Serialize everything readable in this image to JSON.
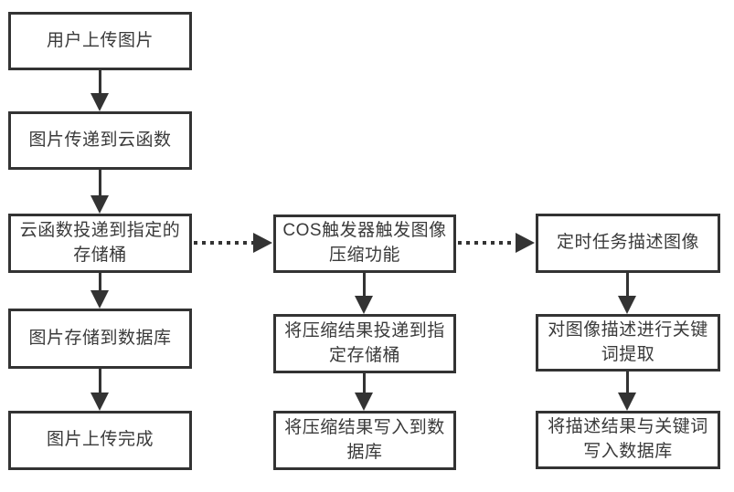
{
  "colors": {
    "line": "#333333",
    "text": "#3a3a3a",
    "background": "#ffffff"
  },
  "flow": {
    "left": {
      "b1": "用户上传图片",
      "b2": "图片传递到云函数",
      "b3": "云函数投递到指定的\n存储桶",
      "b4": "图片存储到数据库",
      "b5": "图片上传完成"
    },
    "middle": {
      "b1": "COS触发器触发图像\n压缩功能",
      "b2": "将压缩结果投递到指\n定存储桶",
      "b3": "将压缩结果写入到数\n据库"
    },
    "right": {
      "b1": "定时任务描述图像",
      "b2": "对图像描述进行关键\n词提取",
      "b3": "将描述结果与关键词\n写入数据库"
    }
  },
  "connections": [
    {
      "from": "用户上传图片",
      "to": "图片传递到云函数",
      "style": "solid"
    },
    {
      "from": "图片传递到云函数",
      "to": "云函数投递到指定的存储桶",
      "style": "solid"
    },
    {
      "from": "云函数投递到指定的存储桶",
      "to": "图片存储到数据库",
      "style": "solid"
    },
    {
      "from": "图片存储到数据库",
      "to": "图片上传完成",
      "style": "solid"
    },
    {
      "from": "云函数投递到指定的存储桶",
      "to": "COS触发器触发图像压缩功能",
      "style": "dotted"
    },
    {
      "from": "COS触发器触发图像压缩功能",
      "to": "将压缩结果投递到指定存储桶",
      "style": "solid"
    },
    {
      "from": "将压缩结果投递到指定存储桶",
      "to": "将压缩结果写入到数据库",
      "style": "solid"
    },
    {
      "from": "COS触发器触发图像压缩功能",
      "to": "定时任务描述图像",
      "style": "dotted"
    },
    {
      "from": "定时任务描述图像",
      "to": "对图像描述进行关键词提取",
      "style": "solid"
    },
    {
      "from": "对图像描述进行关键词提取",
      "to": "将描述结果与关键词写入数据库",
      "style": "solid"
    }
  ]
}
